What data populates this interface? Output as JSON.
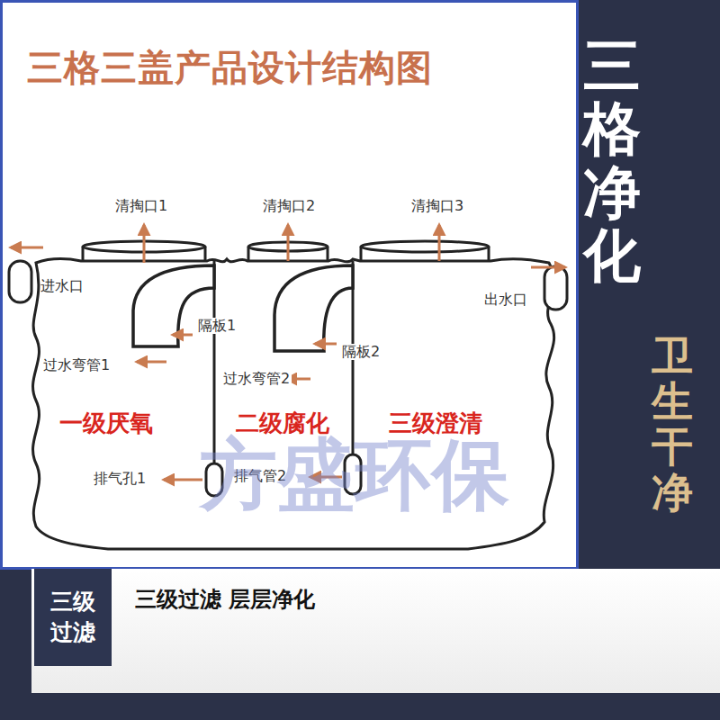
{
  "diagram": {
    "title": "三格三盖产品设计结构图",
    "nodes": [
      {
        "text": [
          "三级过滤 层层净化"
        ]
      },
      {
        "text": [
          "三级过滤"
        ],
        "in": 0
      }
    ],
    "labels": [
      "清掏口1",
      "清掏口2",
      "清掏口3",
      "进水口",
      "出水口",
      "隔板1",
      "过水弯管1",
      "隔板2",
      "过水弯管2",
      "一级厌氧",
      "二级腐化",
      "三级澄清",
      "排气孔1",
      "排气管2",
      "方盛环保",
      "三格净化",
      "卫生干净"
    ]
  }
}
